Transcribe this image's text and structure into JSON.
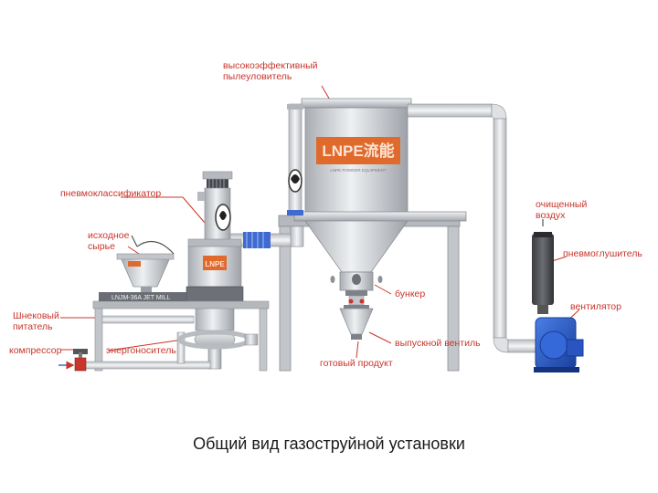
{
  "labels": {
    "cyclone": "высокоэффективный\nпылеуловитель",
    "classifier": "пневмоклассификатор",
    "raw_material": "исходное\nсырье",
    "screw_feeder": "Шнековый\nпитатель",
    "compressor": "компрессор",
    "energy_carrier": "энергоноситель",
    "bunker": "бункер",
    "discharge_valve": "выпускной вентиль",
    "finished_product": "готовый продукт",
    "clean_air": "очищенный\nвоздух",
    "silencer": "пневмоглушитель",
    "fan": "вентилятор"
  },
  "branding": {
    "cyclone_logo": "LNPE流能",
    "cyclone_logo_sub": "LNPE POWDER EQUIPMENT",
    "mill_logo": "LNPE",
    "mill_model": "LNJM-36A JET MILL"
  },
  "caption": "Общий вид газоструйной установки",
  "colors": {
    "label": "#c8352b",
    "steel": "#c9ccd0",
    "fan_blue": "#2457c9",
    "logo_orange": "#e0692c"
  }
}
